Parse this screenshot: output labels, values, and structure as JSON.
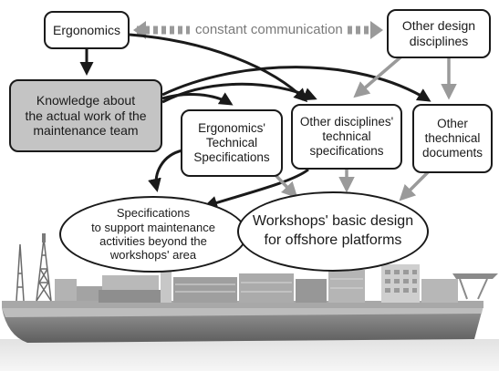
{
  "nodes": {
    "ergonomics": "Ergonomics",
    "other_design_disciplines": [
      "Other design",
      "disciplines"
    ],
    "knowledge": [
      "Knowledge about",
      "the actual work of the",
      "maintenance team"
    ],
    "ergonomics_spec": [
      "Ergonomics'",
      "Technical",
      "Specifications"
    ],
    "other_disciplines_spec": [
      "Other disciplines'",
      "technical",
      "specifications"
    ],
    "other_technical_docs": [
      "Other",
      "thechnical",
      "documents"
    ],
    "maintenance_spec": [
      "Specifications",
      "to support maintenance",
      "activities beyond the",
      "workshops' area"
    ],
    "workshops_design": [
      "Workshops' basic design",
      "for offshore platforms"
    ]
  },
  "communication_label": "constant communication",
  "colors": {
    "line_dark": "#1a1a1a",
    "line_grey": "#9a9a9a",
    "box_fill_grey": "#c4c4c4",
    "ship_grey": "#8c8c8c"
  },
  "illustration": "offshore-platform-ship"
}
